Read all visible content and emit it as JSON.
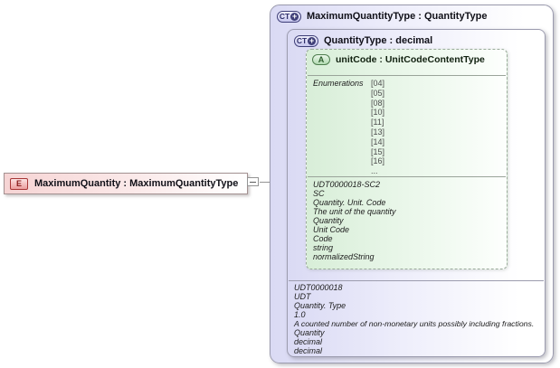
{
  "element": {
    "icon": "E",
    "label": "MaximumQuantity : MaximumQuantityType"
  },
  "outer_type": {
    "icon": "CT",
    "plus": "+",
    "label": "MaximumQuantityType : QuantityType"
  },
  "inner_type": {
    "icon": "CT",
    "plus": "+",
    "label": "QuantityType : decimal",
    "annotations": [
      "UDT0000018",
      "UDT",
      "Quantity. Type",
      "1.0",
      "A counted number of non-monetary units possibly including fractions.",
      "Quantity",
      "decimal",
      "decimal"
    ]
  },
  "attribute": {
    "icon": "A",
    "label": "unitCode : UnitCodeContentType",
    "enumerations_label": "Enumerations",
    "enumerations": [
      "[04]",
      "[05]",
      "[08]",
      "[10]",
      "[11]",
      "[13]",
      "[14]",
      "[15]",
      "[16]",
      "..."
    ],
    "annotations": [
      "UDT0000018-SC2",
      "SC",
      "Quantity. Unit. Code",
      "The unit of the quantity",
      "Quantity",
      "Unit Code",
      "Code",
      "string",
      "normalizedString"
    ]
  },
  "colors": {
    "complextype_fill": "#dadaf4",
    "attribute_fill": "#d8eed8",
    "element_fill": "#f6d4d4",
    "icon_navy": "#3f3f78",
    "icon_green": "#4e7d4e",
    "icon_red": "#a83737",
    "connector": "#949494"
  }
}
